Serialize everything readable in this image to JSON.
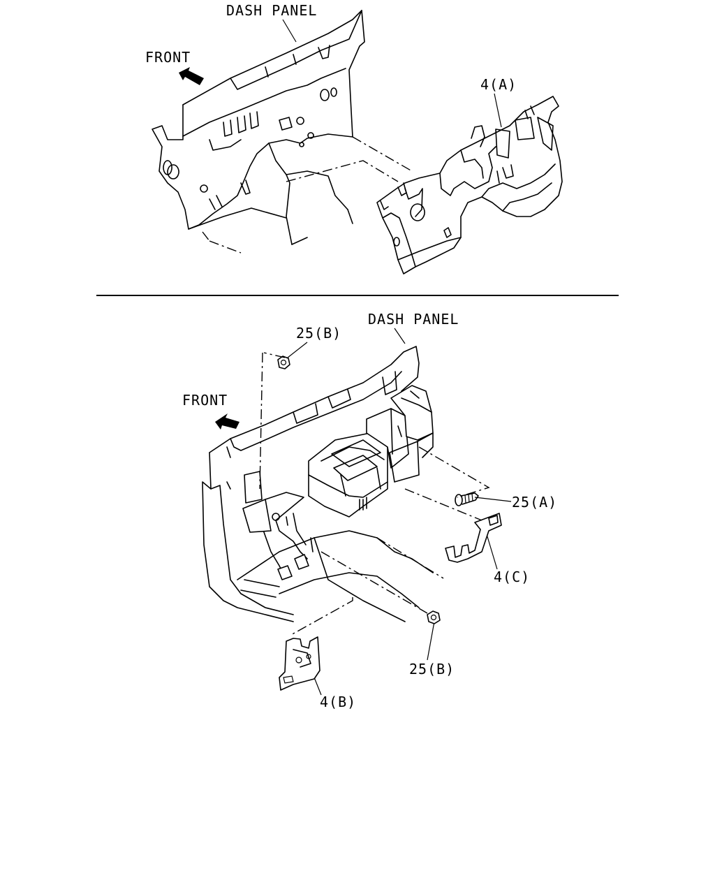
{
  "top_view": {
    "dash_panel_label": "DASH PANEL",
    "front_label": "FRONT",
    "part_label": "4(A)"
  },
  "bottom_view": {
    "dash_panel_label": "DASH PANEL",
    "front_label": "FRONT",
    "nut_top_label": "25(B)",
    "screw_label": "25(A)",
    "bracket_c_label": "4(C)",
    "nut_bottom_label": "25(B)",
    "bracket_b_label": "4(B)"
  }
}
